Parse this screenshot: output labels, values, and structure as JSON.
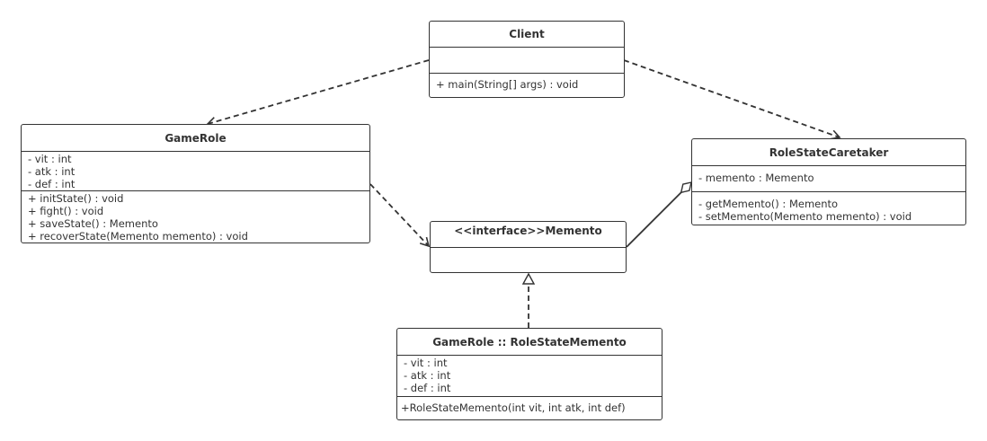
{
  "classes": {
    "client": {
      "name": "Client",
      "attributes": [],
      "methods": [
        "+ main(String[] args) : void"
      ]
    },
    "game_role": {
      "name": "GameRole",
      "attributes": [
        "- vit : int",
        "- atk : int",
        "- def : int"
      ],
      "methods": [
        "+ initState() : void",
        "+ fight() : void",
        "+ saveState() : Memento",
        "+ recoverState(Memento     memento) : void"
      ]
    },
    "caretaker": {
      "name": "RoleStateCaretaker",
      "attributes": [
        "- memento : Memento"
      ],
      "methods": [
        "- getMemento() : Memento",
        "- setMemento(Memento memento) : void"
      ]
    },
    "memento": {
      "name": "<<interface>>Memento",
      "attributes": [],
      "methods": []
    },
    "role_state_memento": {
      "name": "GameRole :: RoleStateMemento",
      "attributes": [
        "- vit : int",
        "- atk : int",
        "- def : int"
      ],
      "methods": [
        "+RoleStateMemento(int vit, int atk, int def)"
      ]
    }
  },
  "relations": [
    {
      "from": "Client",
      "to": "GameRole",
      "type": "dependency"
    },
    {
      "from": "Client",
      "to": "RoleStateCaretaker",
      "type": "dependency"
    },
    {
      "from": "GameRole",
      "to": "Memento",
      "type": "dependency"
    },
    {
      "from": "RoleStateCaretaker",
      "to": "Memento",
      "type": "aggregation"
    },
    {
      "from": "GameRole :: RoleStateMemento",
      "to": "Memento",
      "type": "realization"
    }
  ]
}
